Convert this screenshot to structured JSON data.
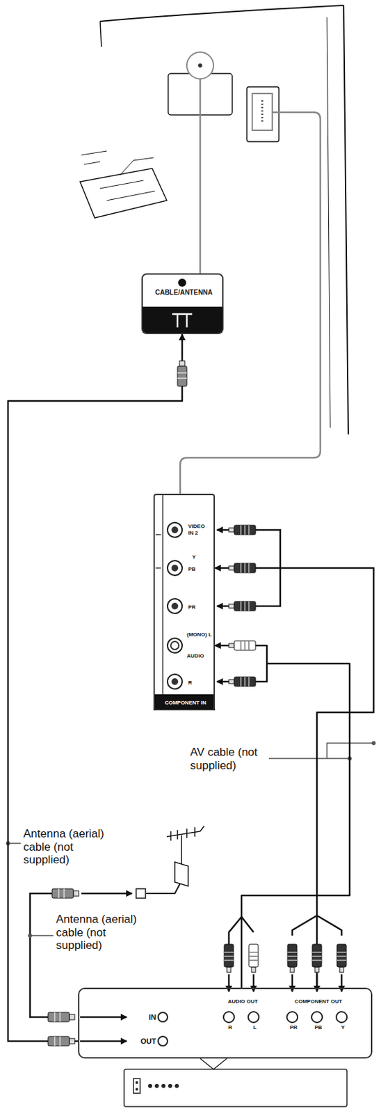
{
  "diagram": {
    "nodes": [
      {
        "text": [
          "CABLE/ANTENNA"
        ]
      },
      {
        "text": [
          "VIDEO IN 2",
          "Y",
          "PB",
          "PR",
          "(MONO) L",
          "AUDIO",
          "R",
          "COMPONENT IN"
        ]
      },
      {
        "text": [
          "IN",
          "OUT",
          "AUDIO OUT",
          "COMPONENT OUT",
          "R",
          "L",
          "PR",
          "PB",
          "Y"
        ]
      }
    ],
    "edges": [
      {
        "from": 2,
        "to": 0,
        "arrow": "to"
      },
      {
        "from": 2,
        "to": 1,
        "arrow": "to"
      },
      {
        "from": 2,
        "to": 1,
        "arrow": "to"
      }
    ],
    "labels": [
      "AV cable (not supplied)",
      "Antenna (aerial) cable (not supplied)",
      "Antenna (aerial) cable (not supplied)"
    ]
  }
}
